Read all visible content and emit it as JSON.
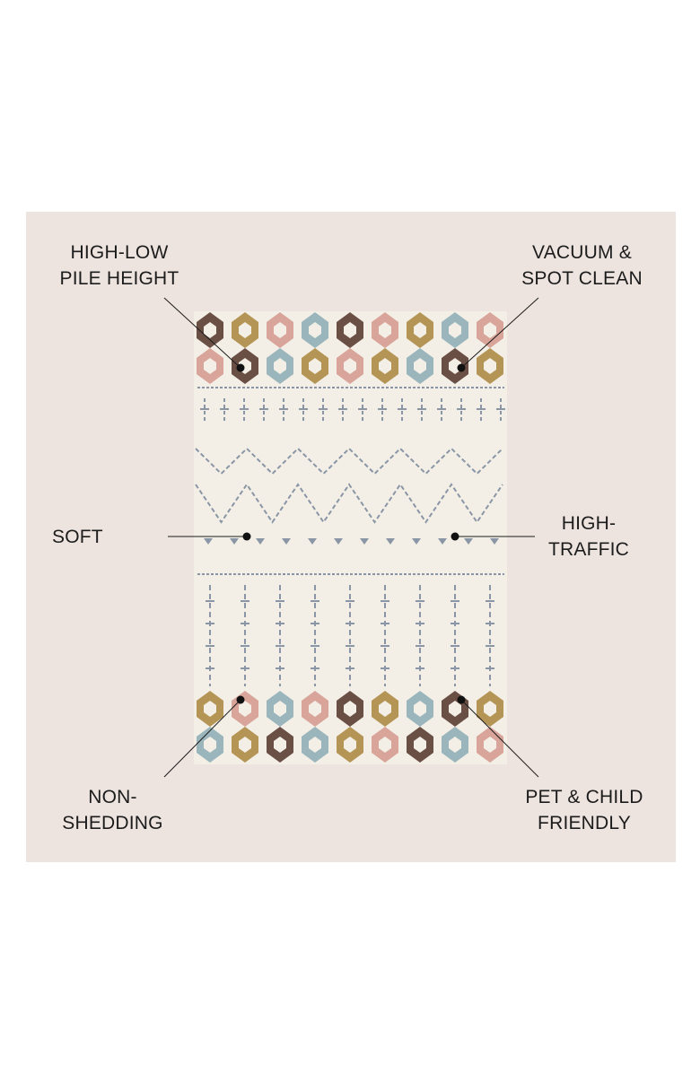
{
  "features": {
    "pile_height": {
      "line1": "HIGH-LOW",
      "line2": "PILE HEIGHT"
    },
    "vacuum": {
      "line1": "VACUUM &",
      "line2": "SPOT CLEAN"
    },
    "soft": {
      "line1": "SOFT"
    },
    "traffic": {
      "line1": "HIGH-",
      "line2": "TRAFFIC"
    },
    "shedding": {
      "line1": "NON-",
      "line2": "SHEDDING"
    },
    "pet": {
      "line1": "PET & CHILD",
      "line2": "FRIENDLY"
    }
  },
  "colors": {
    "background": "#ede3df",
    "rug_base": "#f3efe6",
    "motif_brown": "#6a4f45",
    "motif_gold": "#b49555",
    "motif_pink": "#d9a59a",
    "motif_blue": "#9ab6bc",
    "motif_gray": "#8a96a6"
  }
}
